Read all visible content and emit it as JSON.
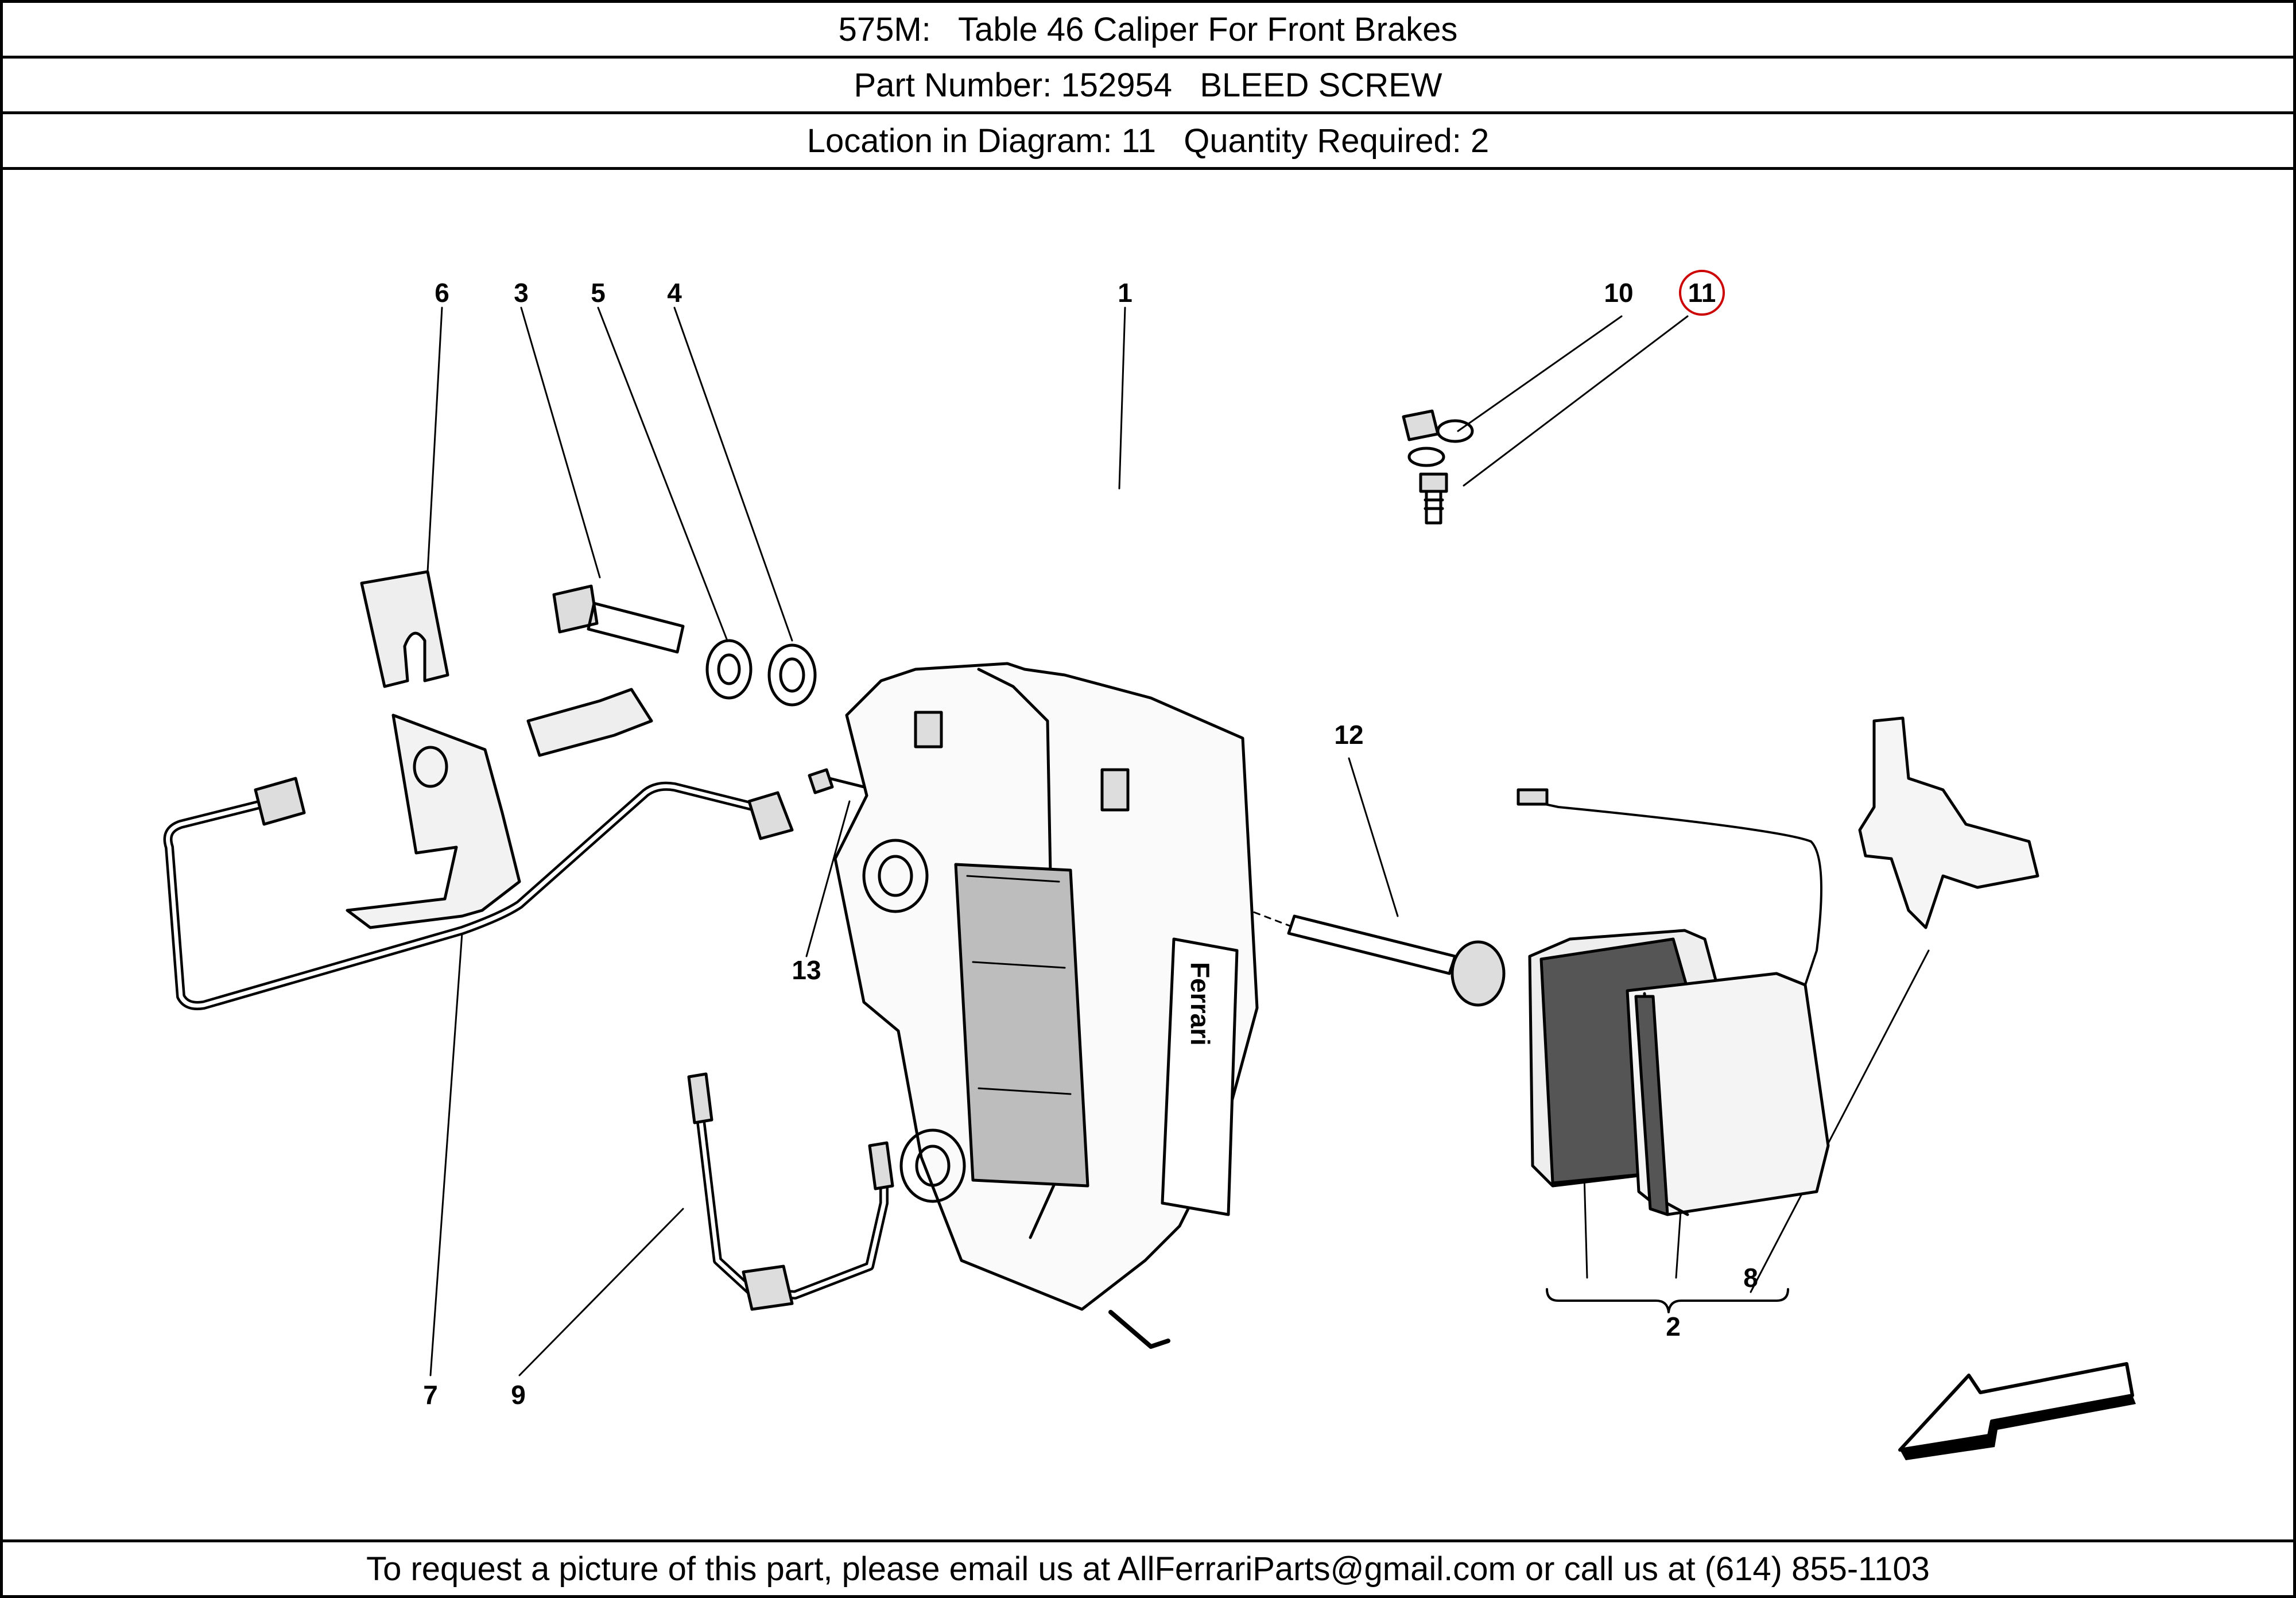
{
  "header": {
    "title": "575M:   Table 46 Caliper For Front Brakes",
    "part_number": "Part Number: 152954   BLEED SCREW",
    "location": "Location in Diagram: 11   Quantity Required: 2"
  },
  "diagram": {
    "callouts": {
      "c1": "1",
      "c2": "2",
      "c3": "3",
      "c4": "4",
      "c5": "5",
      "c6": "6",
      "c7": "7",
      "c8": "8",
      "c9": "9",
      "c10": "10",
      "c11": "11",
      "c12": "12",
      "c13": "13"
    },
    "highlighted_callout": "11",
    "highlight_color": "#cc0000",
    "caliper_logo_text": "Ferrari"
  },
  "footer": {
    "contact": "To request a picture of this part, please email us at AllFerrariParts@gmail.com or call us at (614) 855-1103"
  }
}
